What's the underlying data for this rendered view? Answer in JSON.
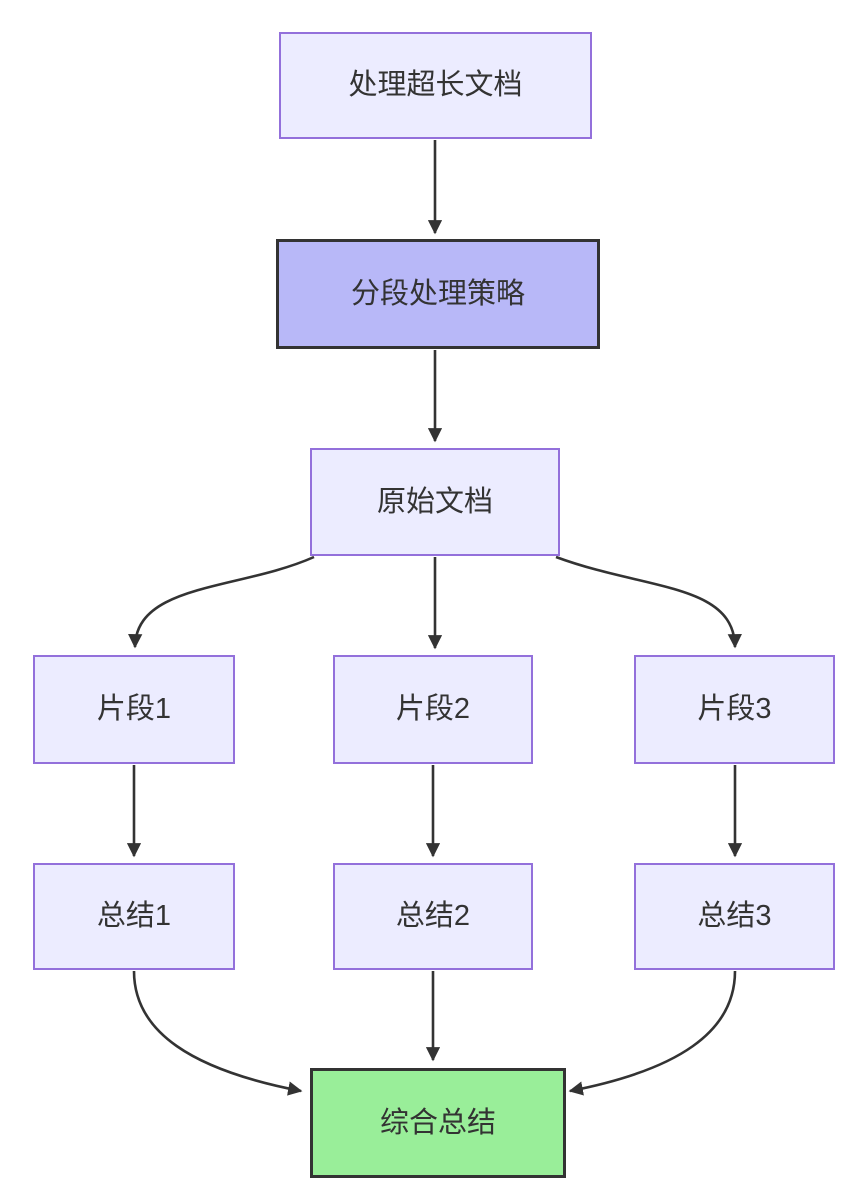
{
  "diagram": {
    "type": "flowchart",
    "direction": "top-down",
    "nodes": [
      {
        "id": "A",
        "label": "处理超长文档",
        "style": "default"
      },
      {
        "id": "B",
        "label": "分段处理策略",
        "style": "accent-purple"
      },
      {
        "id": "C",
        "label": "原始文档",
        "style": "default"
      },
      {
        "id": "D",
        "label": "片段1",
        "style": "default"
      },
      {
        "id": "E",
        "label": "片段2",
        "style": "default"
      },
      {
        "id": "F",
        "label": "片段3",
        "style": "default"
      },
      {
        "id": "G",
        "label": "总结1",
        "style": "default"
      },
      {
        "id": "H",
        "label": "总结2",
        "style": "default"
      },
      {
        "id": "I",
        "label": "总结3",
        "style": "default"
      },
      {
        "id": "J",
        "label": "综合总结",
        "style": "accent-green"
      }
    ],
    "edges": [
      {
        "from": "A",
        "to": "B"
      },
      {
        "from": "B",
        "to": "C"
      },
      {
        "from": "C",
        "to": "D"
      },
      {
        "from": "C",
        "to": "E"
      },
      {
        "from": "C",
        "to": "F"
      },
      {
        "from": "D",
        "to": "G"
      },
      {
        "from": "E",
        "to": "H"
      },
      {
        "from": "F",
        "to": "I"
      },
      {
        "from": "G",
        "to": "J"
      },
      {
        "from": "H",
        "to": "J"
      },
      {
        "from": "I",
        "to": "J"
      }
    ],
    "colors": {
      "node_fill": "#ECECFF",
      "node_border": "#9370DB",
      "accent_fill": "#B8B8F8",
      "accent_border": "#333333",
      "green_fill": "#99EE99",
      "green_border": "#333333",
      "edge_color": "#333333",
      "text_color": "#333333",
      "bg": "#FFFFFF"
    }
  }
}
